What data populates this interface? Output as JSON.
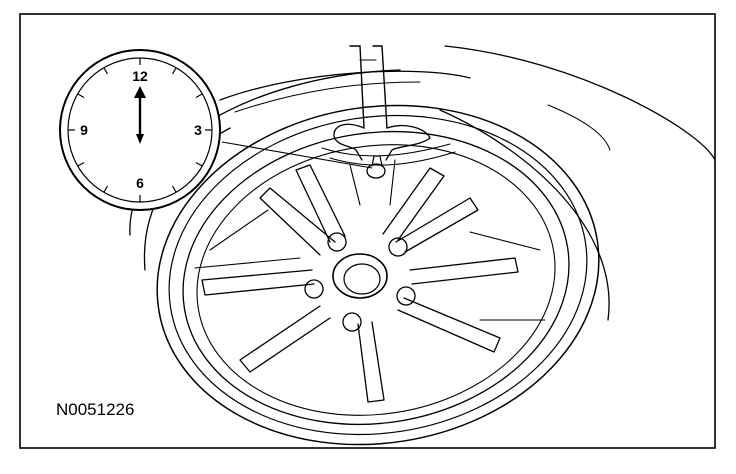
{
  "figure": {
    "reference_code": "N0051226",
    "clock_labels": {
      "twelve": "12",
      "three": "3",
      "six": "6",
      "nine": "9"
    },
    "colors": {
      "ink": "#000000",
      "background": "#ffffff"
    }
  }
}
